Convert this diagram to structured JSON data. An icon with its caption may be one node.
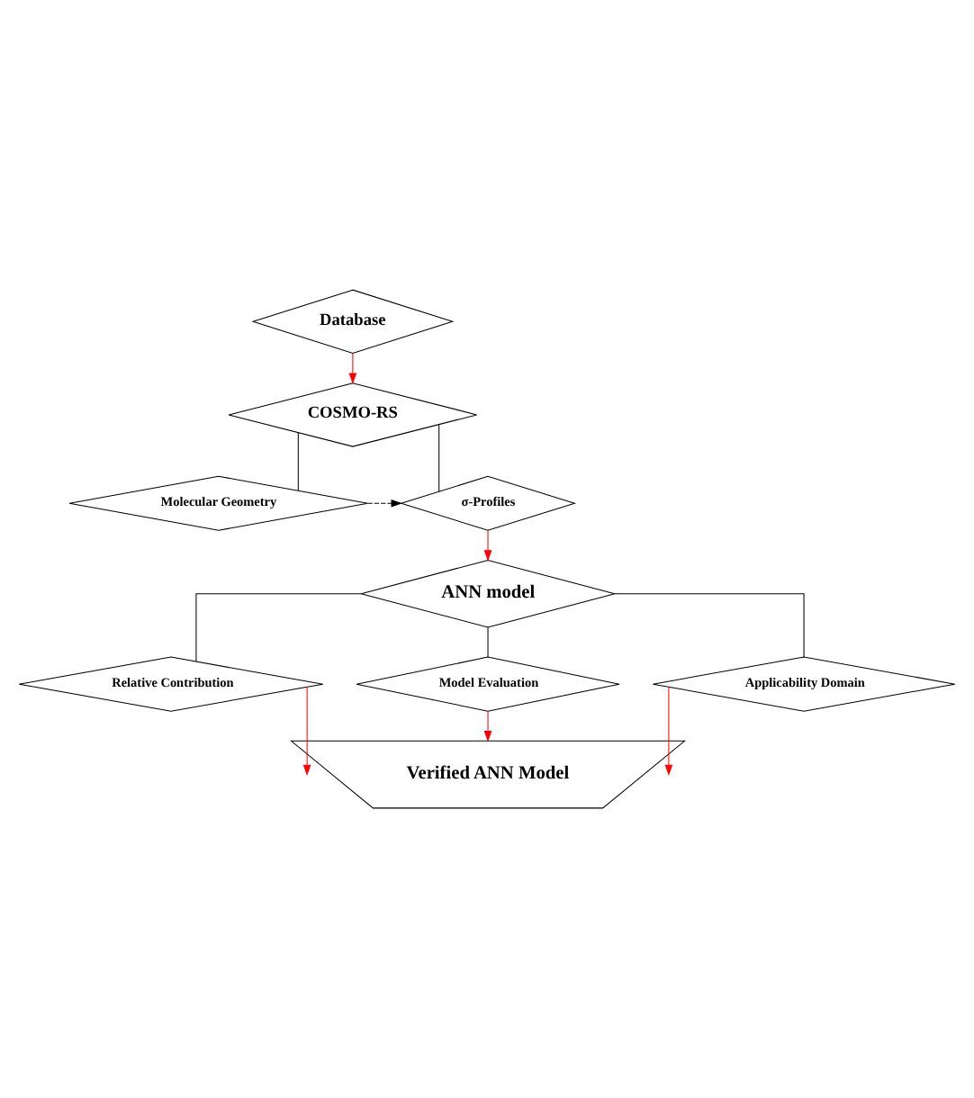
{
  "diagram": {
    "nodes": [
      {
        "text": [
          "Database"
        ]
      },
      {
        "text": [
          "COSMO-RS"
        ]
      },
      {
        "text": [
          "Molecular Geometry"
        ]
      },
      {
        "text": [
          "σ-Profiles"
        ]
      },
      {
        "text": [
          "ANN model"
        ]
      },
      {
        "text": [
          "Relative Contribution"
        ]
      },
      {
        "text": [
          "Model Evaluation"
        ]
      },
      {
        "text": [
          "Applicability Domain"
        ]
      },
      {
        "text": [
          "Verified ANN Model"
        ]
      }
    ],
    "edges": [
      {
        "from": 0,
        "to": 1,
        "arrow": "to",
        "color": "#ff0000"
      },
      {
        "from": 1,
        "to": 2,
        "arrow": "none"
      },
      {
        "from": 1,
        "to": 3,
        "arrow": "none"
      },
      {
        "from": 2,
        "to": 3,
        "arrow": "to",
        "style": "dashed"
      },
      {
        "from": 3,
        "to": 4,
        "arrow": "to",
        "color": "#ff0000"
      },
      {
        "from": 4,
        "to": 5,
        "arrow": "none"
      },
      {
        "from": 4,
        "to": 6,
        "arrow": "none"
      },
      {
        "from": 4,
        "to": 7,
        "arrow": "none"
      },
      {
        "from": 5,
        "to": 8,
        "arrow": "to",
        "color": "#ff0000"
      },
      {
        "from": 6,
        "to": 8,
        "arrow": "to",
        "color": "#ff0000"
      },
      {
        "from": 7,
        "to": 8,
        "arrow": "to",
        "color": "#ff0000"
      }
    ]
  }
}
